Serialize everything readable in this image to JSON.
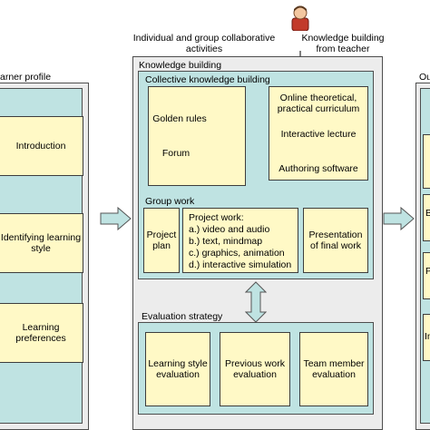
{
  "learner_profile": {
    "title": "arner profile",
    "items": [
      "Introduction",
      "Identifying learning style",
      "Learning preferences"
    ]
  },
  "top": {
    "activities": "Individual and group collaborative activities",
    "teacher": "Knowledge building from teacher"
  },
  "knowledge_building": {
    "title": "Knowledge building",
    "collective": {
      "title": "Collective knowledge building",
      "left": {
        "golden_rules": "Golden rules",
        "forum": "Forum"
      },
      "right": {
        "line1": "Online theoretical, practical curriculum",
        "line2": "Interactive lecture",
        "line3": "Authoring software"
      }
    },
    "group_work": {
      "title": "Group work",
      "project_plan": "Project plan",
      "project_work": {
        "title": "Project work:",
        "items": [
          "a.) video and audio",
          "b.) text, mindmap",
          "c.) graphics, animation",
          "d.) interactive simulation"
        ]
      },
      "presentation": "Presentation of final work"
    }
  },
  "evaluation": {
    "title": "Evaluation strategy",
    "items": [
      "Learning style evaluation",
      "Previous work evaluation",
      "Team member evaluation"
    ]
  },
  "right_column": {
    "title": "Ou",
    "letters": [
      "B",
      "P",
      "In"
    ]
  },
  "colors": {
    "light_blue": "#bfe3e2",
    "yellow": "#fff9c6",
    "grey": "#ececec",
    "arrow": "#bfe3e2"
  },
  "icons": [
    "teacher-person-icon",
    "arrow-right-icon",
    "arrow-down-icon",
    "double-arrow-vertical-icon"
  ]
}
